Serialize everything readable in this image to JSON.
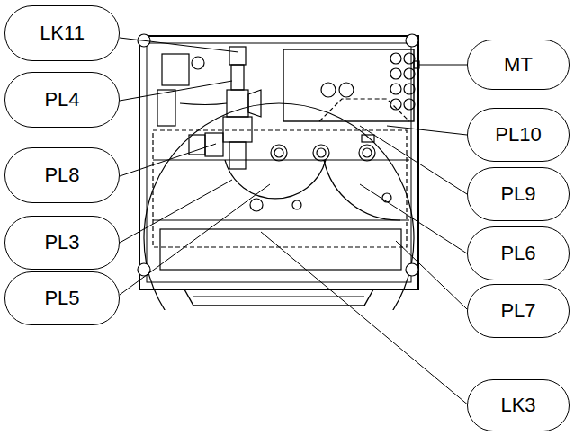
{
  "diagram": {
    "nodes": [
      {
        "text": [
          "LK11"
        ]
      },
      {
        "text": [
          "PL4"
        ]
      },
      {
        "text": [
          "PL8"
        ]
      },
      {
        "text": [
          "PL3"
        ]
      },
      {
        "text": [
          "PL5"
        ]
      },
      {
        "text": [
          "MT"
        ]
      },
      {
        "text": [
          "PL10"
        ]
      },
      {
        "text": [
          "PL9"
        ]
      },
      {
        "text": [
          "PL6"
        ]
      },
      {
        "text": [
          "PL7"
        ]
      },
      {
        "text": [
          "LK3"
        ]
      }
    ]
  }
}
